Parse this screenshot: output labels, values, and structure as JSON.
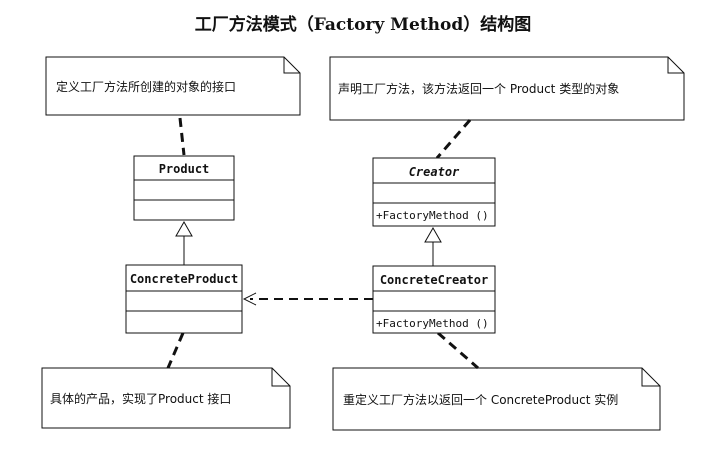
{
  "title": "工厂方法模式（Factory Method）结构图",
  "classes": {
    "product": {
      "name": "Product"
    },
    "concrete_product": {
      "name": "ConcreteProduct"
    },
    "creator": {
      "name": "Creator",
      "method": "+FactoryMethod ()"
    },
    "concrete_creator": {
      "name": "ConcreteCreator",
      "method": "+FactoryMethod ()"
    }
  },
  "notes": {
    "product_note": "定义工厂方法所创建的对象的接口",
    "creator_note": "声明工厂方法，该方法返回一个 Product 类型的对象",
    "concrete_product_note": "具体的产品，实现了Product 接口",
    "concrete_creator_note": "重定义工厂方法以返回一个 ConcreteProduct 实例"
  }
}
